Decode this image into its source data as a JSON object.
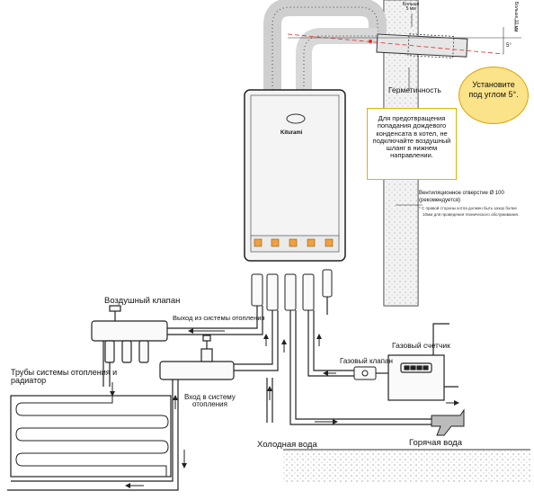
{
  "boiler": {
    "brand": "Kiturami"
  },
  "labels": {
    "air_valve": "Воздушный клапан",
    "heating_outlet": "Выход из системы отопления",
    "heating_pipes": "Трубы системы отопления и\nрадиатор",
    "heating_inlet": "Вход в систему\nотопления",
    "gas_valve": "Газовый клапан",
    "gas_meter": "Газовый счетчик",
    "cold_water": "Холодная вода",
    "hot_water": "Горячая вода",
    "tightness": "Герметичность",
    "install_angle": "Установите\nпод углом 5°.",
    "rain_note": "Для предотвращения\nпопадания дождевого\nконденсата в котел, не\nподключайте воздушный\nшланг в нижнем\nнаправлении.",
    "vent_hole": "Вентиляционное отверстие Ø 100",
    "vent_recommended": "(рекомендуется)",
    "vent_note_1": "* С правой стороны котла должен быть зазор более",
    "vent_note_2": "10мм для проведения технического обслуживания.",
    "more_than": "Больше\n5 мм",
    "small_top_right": "Больше 10 мм",
    "angle_mark": "5°"
  },
  "colors": {
    "line": "#222222",
    "orange": "#f0a040",
    "yellow": "#fbe389",
    "red_dash": "#e03030",
    "wall": "#dedede"
  }
}
